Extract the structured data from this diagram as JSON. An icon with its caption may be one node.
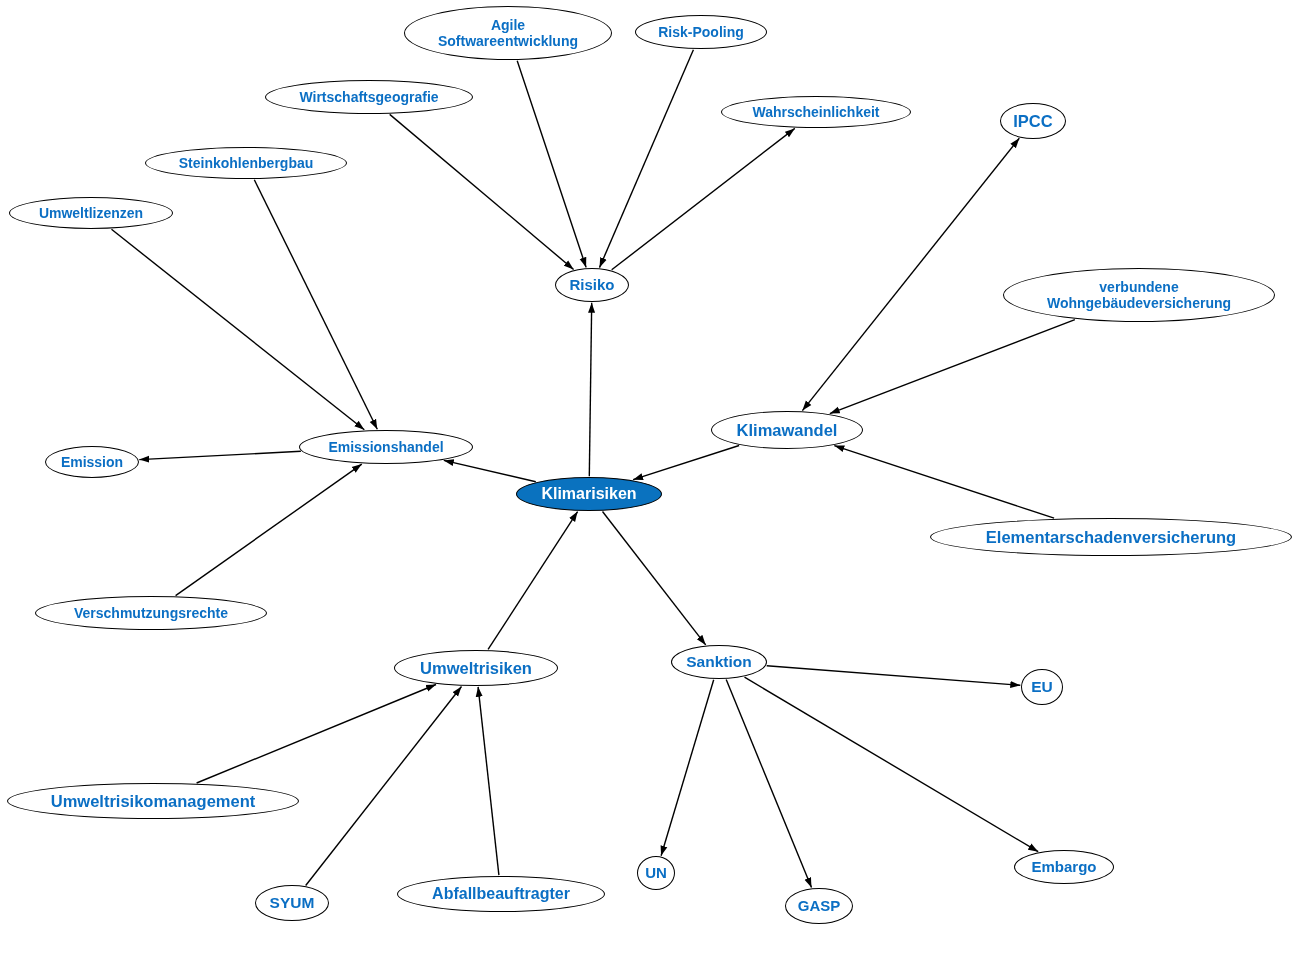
{
  "diagram": {
    "nodes": [
      {
        "text": [
          "Agile Softwareentwicklung"
        ]
      },
      {
        "text": [
          "Risk-Pooling"
        ]
      },
      {
        "text": [
          "Wirtschaftsgeografie"
        ]
      },
      {
        "text": [
          "Wahrscheinlichkeit"
        ]
      },
      {
        "text": [
          "IPCC"
        ]
      },
      {
        "text": [
          "Steinkohlenbergbau"
        ]
      },
      {
        "text": [
          "Umweltlizenzen"
        ]
      },
      {
        "text": [
          "Risiko"
        ]
      },
      {
        "text": [
          "verbundene Wohngebäudeversicherung"
        ]
      },
      {
        "text": [
          "Klimawandel"
        ]
      },
      {
        "text": [
          "Emissionshandel"
        ]
      },
      {
        "text": [
          "Emission"
        ]
      },
      {
        "text": [
          "Klimarisiken"
        ]
      },
      {
        "text": [
          "Elementarschadenversicherung"
        ]
      },
      {
        "text": [
          "Verschmutzungsrechte"
        ]
      },
      {
        "text": [
          "Sanktion"
        ]
      },
      {
        "text": [
          "Umweltrisiken"
        ]
      },
      {
        "text": [
          "EU"
        ]
      },
      {
        "text": [
          "Umweltrisikomanagement"
        ]
      },
      {
        "text": [
          "Embargo"
        ]
      },
      {
        "text": [
          "UN"
        ]
      },
      {
        "text": [
          "SYUM"
        ]
      },
      {
        "text": [
          "Abfallbeauftragter"
        ]
      },
      {
        "text": [
          "GASP"
        ]
      }
    ],
    "edges": [
      {
        "from": 0,
        "to": 7,
        "arrow": "to"
      },
      {
        "from": 1,
        "to": 7,
        "arrow": "to"
      },
      {
        "from": 2,
        "to": 7,
        "arrow": "to"
      },
      {
        "from": 7,
        "to": 3,
        "arrow": "to"
      },
      {
        "from": 12,
        "to": 7,
        "arrow": "to"
      },
      {
        "from": 9,
        "to": 4,
        "arrow": "both"
      },
      {
        "from": 8,
        "to": 9,
        "arrow": "to"
      },
      {
        "from": 13,
        "to": 9,
        "arrow": "to"
      },
      {
        "from": 9,
        "to": 12,
        "arrow": "to"
      },
      {
        "from": 6,
        "to": 10,
        "arrow": "to"
      },
      {
        "from": 5,
        "to": 10,
        "arrow": "to"
      },
      {
        "from": 10,
        "to": 11,
        "arrow": "to"
      },
      {
        "from": 14,
        "to": 10,
        "arrow": "to"
      },
      {
        "from": 12,
        "to": 10,
        "arrow": "to"
      },
      {
        "from": 16,
        "to": 12,
        "arrow": "to"
      },
      {
        "from": 12,
        "to": 15,
        "arrow": "to"
      },
      {
        "from": 18,
        "to": 16,
        "arrow": "to"
      },
      {
        "from": 21,
        "to": 16,
        "arrow": "to"
      },
      {
        "from": 22,
        "to": 16,
        "arrow": "to"
      },
      {
        "from": 15,
        "to": 17,
        "arrow": "to"
      },
      {
        "from": 15,
        "to": 20,
        "arrow": "to"
      },
      {
        "from": 15,
        "to": 23,
        "arrow": "to"
      },
      {
        "from": 15,
        "to": 19,
        "arrow": "to"
      }
    ]
  }
}
